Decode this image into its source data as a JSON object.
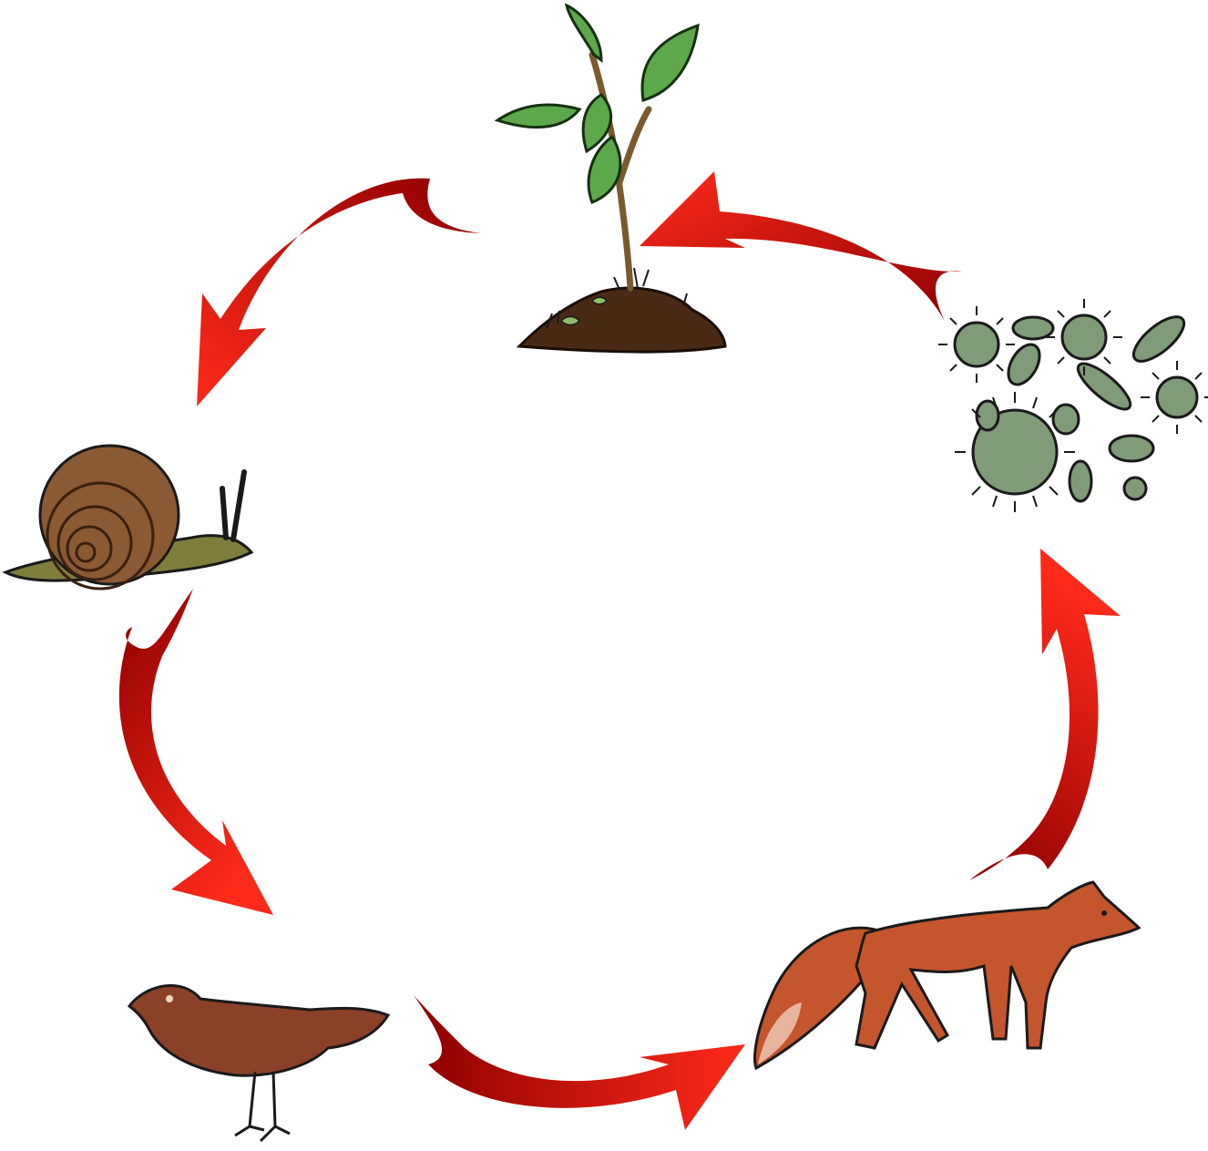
{
  "diagram": {
    "type": "cycle",
    "nodes": [
      {
        "id": "plant",
        "icon": "plant-icon"
      },
      {
        "id": "snail",
        "icon": "snail-icon"
      },
      {
        "id": "bird",
        "icon": "bird-icon"
      },
      {
        "id": "fox",
        "icon": "fox-icon"
      },
      {
        "id": "decomposers",
        "icon": "microbes-icon"
      }
    ],
    "edges": [
      {
        "from": "plant",
        "to": "snail"
      },
      {
        "from": "snail",
        "to": "bird"
      },
      {
        "from": "bird",
        "to": "fox"
      },
      {
        "from": "fox",
        "to": "decomposers"
      },
      {
        "from": "decomposers",
        "to": "plant"
      }
    ]
  },
  "colors": {
    "arrow_light": "#ff2a1a",
    "arrow_dark": "#8c0000",
    "soil": "#4a2a14",
    "leaf": "#5da84a",
    "shell": "#8a5a34",
    "snail_body": "#7f7d3c",
    "bird": "#8a4128",
    "fox": "#c4552c",
    "microbe": "#7f9b77"
  }
}
